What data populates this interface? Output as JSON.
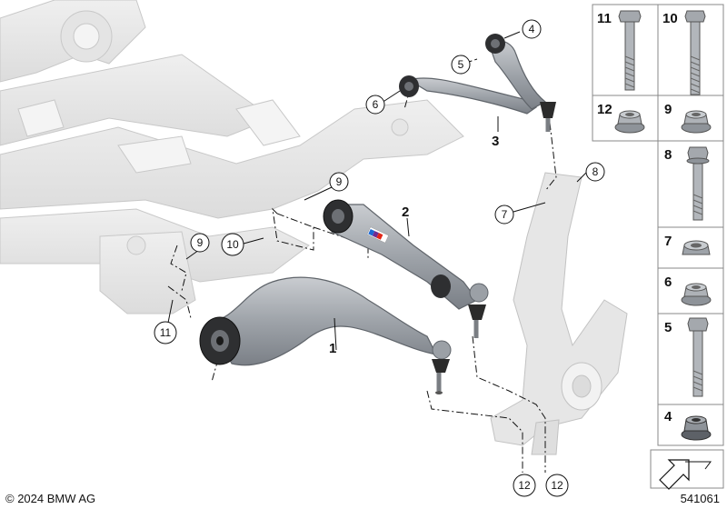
{
  "diagram": {
    "labels": {
      "arm_lower": "1",
      "arm_tension_strut": "2",
      "arm_upper": "3"
    },
    "callouts": [
      {
        "id": "c4",
        "text": "4"
      },
      {
        "id": "c5",
        "text": "5"
      },
      {
        "id": "c6",
        "text": "6"
      },
      {
        "id": "c7",
        "text": "7"
      },
      {
        "id": "c8",
        "text": "8"
      },
      {
        "id": "c9a",
        "text": "9"
      },
      {
        "id": "c9b",
        "text": "9"
      },
      {
        "id": "c10",
        "text": "10"
      },
      {
        "id": "c11",
        "text": "11"
      },
      {
        "id": "c12a",
        "text": "12"
      },
      {
        "id": "c12b",
        "text": "12"
      }
    ]
  },
  "parts_panel": [
    {
      "num": "11",
      "icon": "long-bolt-icon"
    },
    {
      "num": "10",
      "icon": "long-bolt-icon"
    },
    {
      "num": "12",
      "icon": "flange-nut-icon"
    },
    {
      "num": "9",
      "icon": "flange-nut-icon"
    },
    {
      "num": "8",
      "icon": "bolt-icon"
    },
    {
      "num": "7",
      "icon": "hex-nut-icon"
    },
    {
      "num": "6",
      "icon": "flange-nut-icon"
    },
    {
      "num": "5",
      "icon": "bolt-icon"
    },
    {
      "num": "4",
      "icon": "self-locking-nut-icon"
    }
  ],
  "footer": {
    "copyright": "© 2024 BMW AG",
    "diagram_number": "541061"
  }
}
